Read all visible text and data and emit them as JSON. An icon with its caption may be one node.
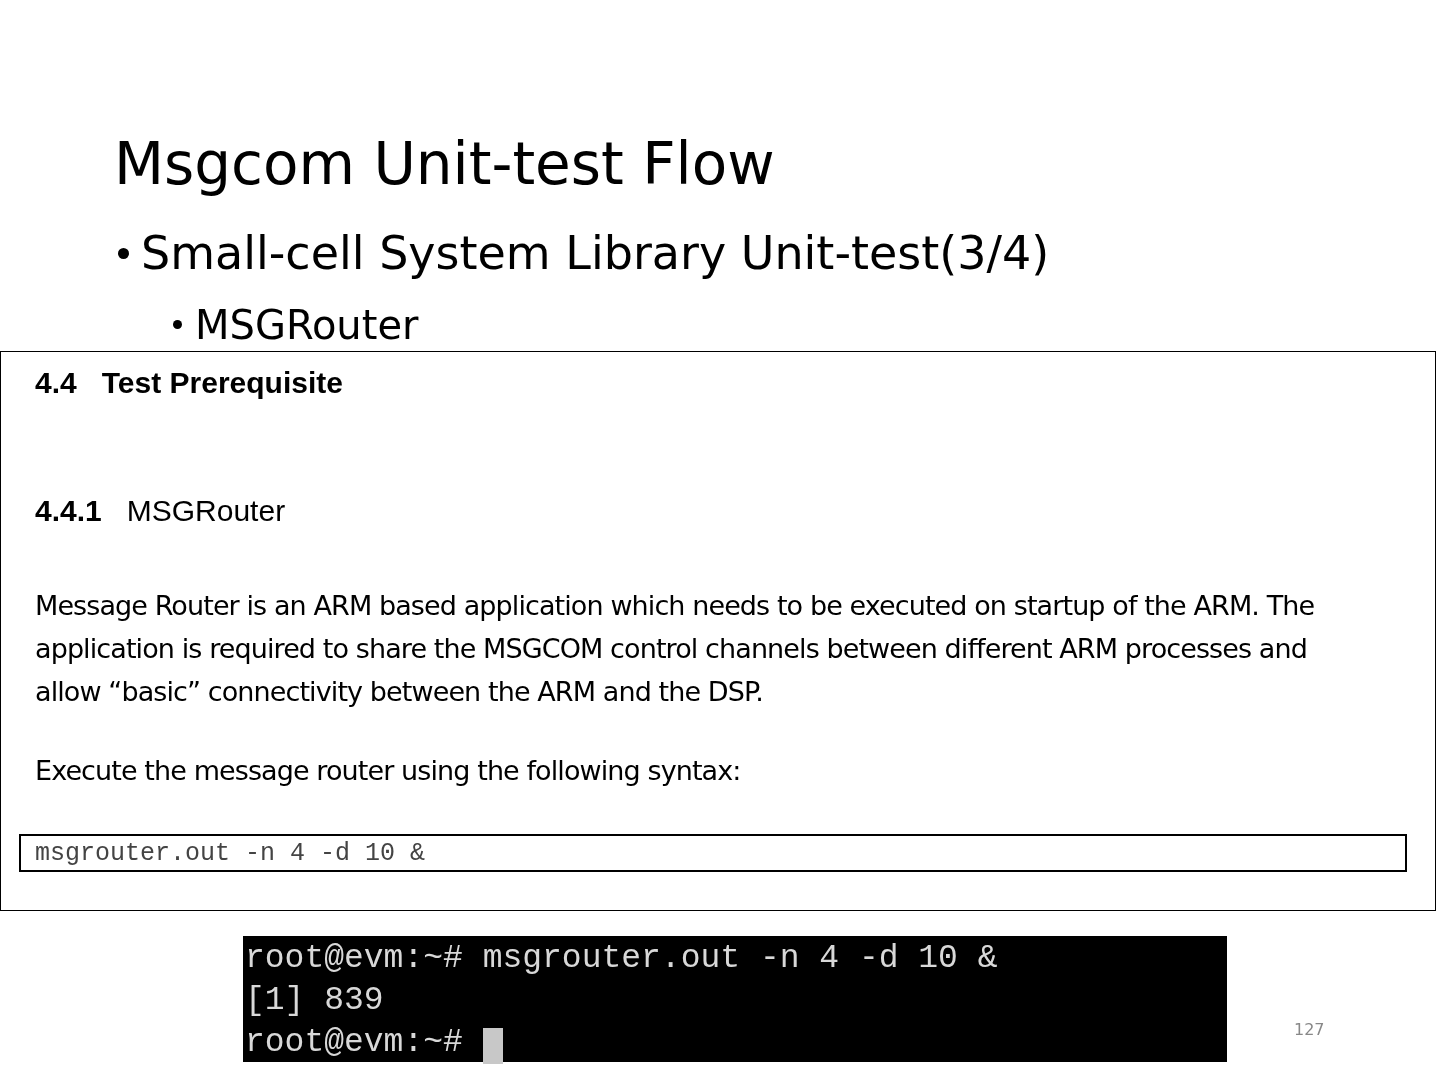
{
  "diagram": {
    "title": "Msgcom Unit-test Flow",
    "nodes": [
      {
        "text": [
          "**4.4**   Test Prerequisite",
          "**4.4.1**   MSGRouter",
          "Message Router is an ARM based application which needs to be executed on startup of the ARM. The application is required to share the MSGCOM control channels between different ARM processes and allow “basic” connectivity between the ARM and the DSP.",
          "Execute the message router using the following syntax:"
        ]
      },
      {
        "text": [
          "msgrouter.out -n 4 -d 10 &"
        ],
        "in": 0
      },
      {
        "text": [
          "root@evm:~# msgrouter.out -n 4 -d 10 &",
          "[1] 839",
          "root@evm:~#"
        ]
      }
    ],
    "labels": [
      "Small-cell System Library Unit-test(3/4)",
      "MSGRouter",
      "127"
    ]
  }
}
